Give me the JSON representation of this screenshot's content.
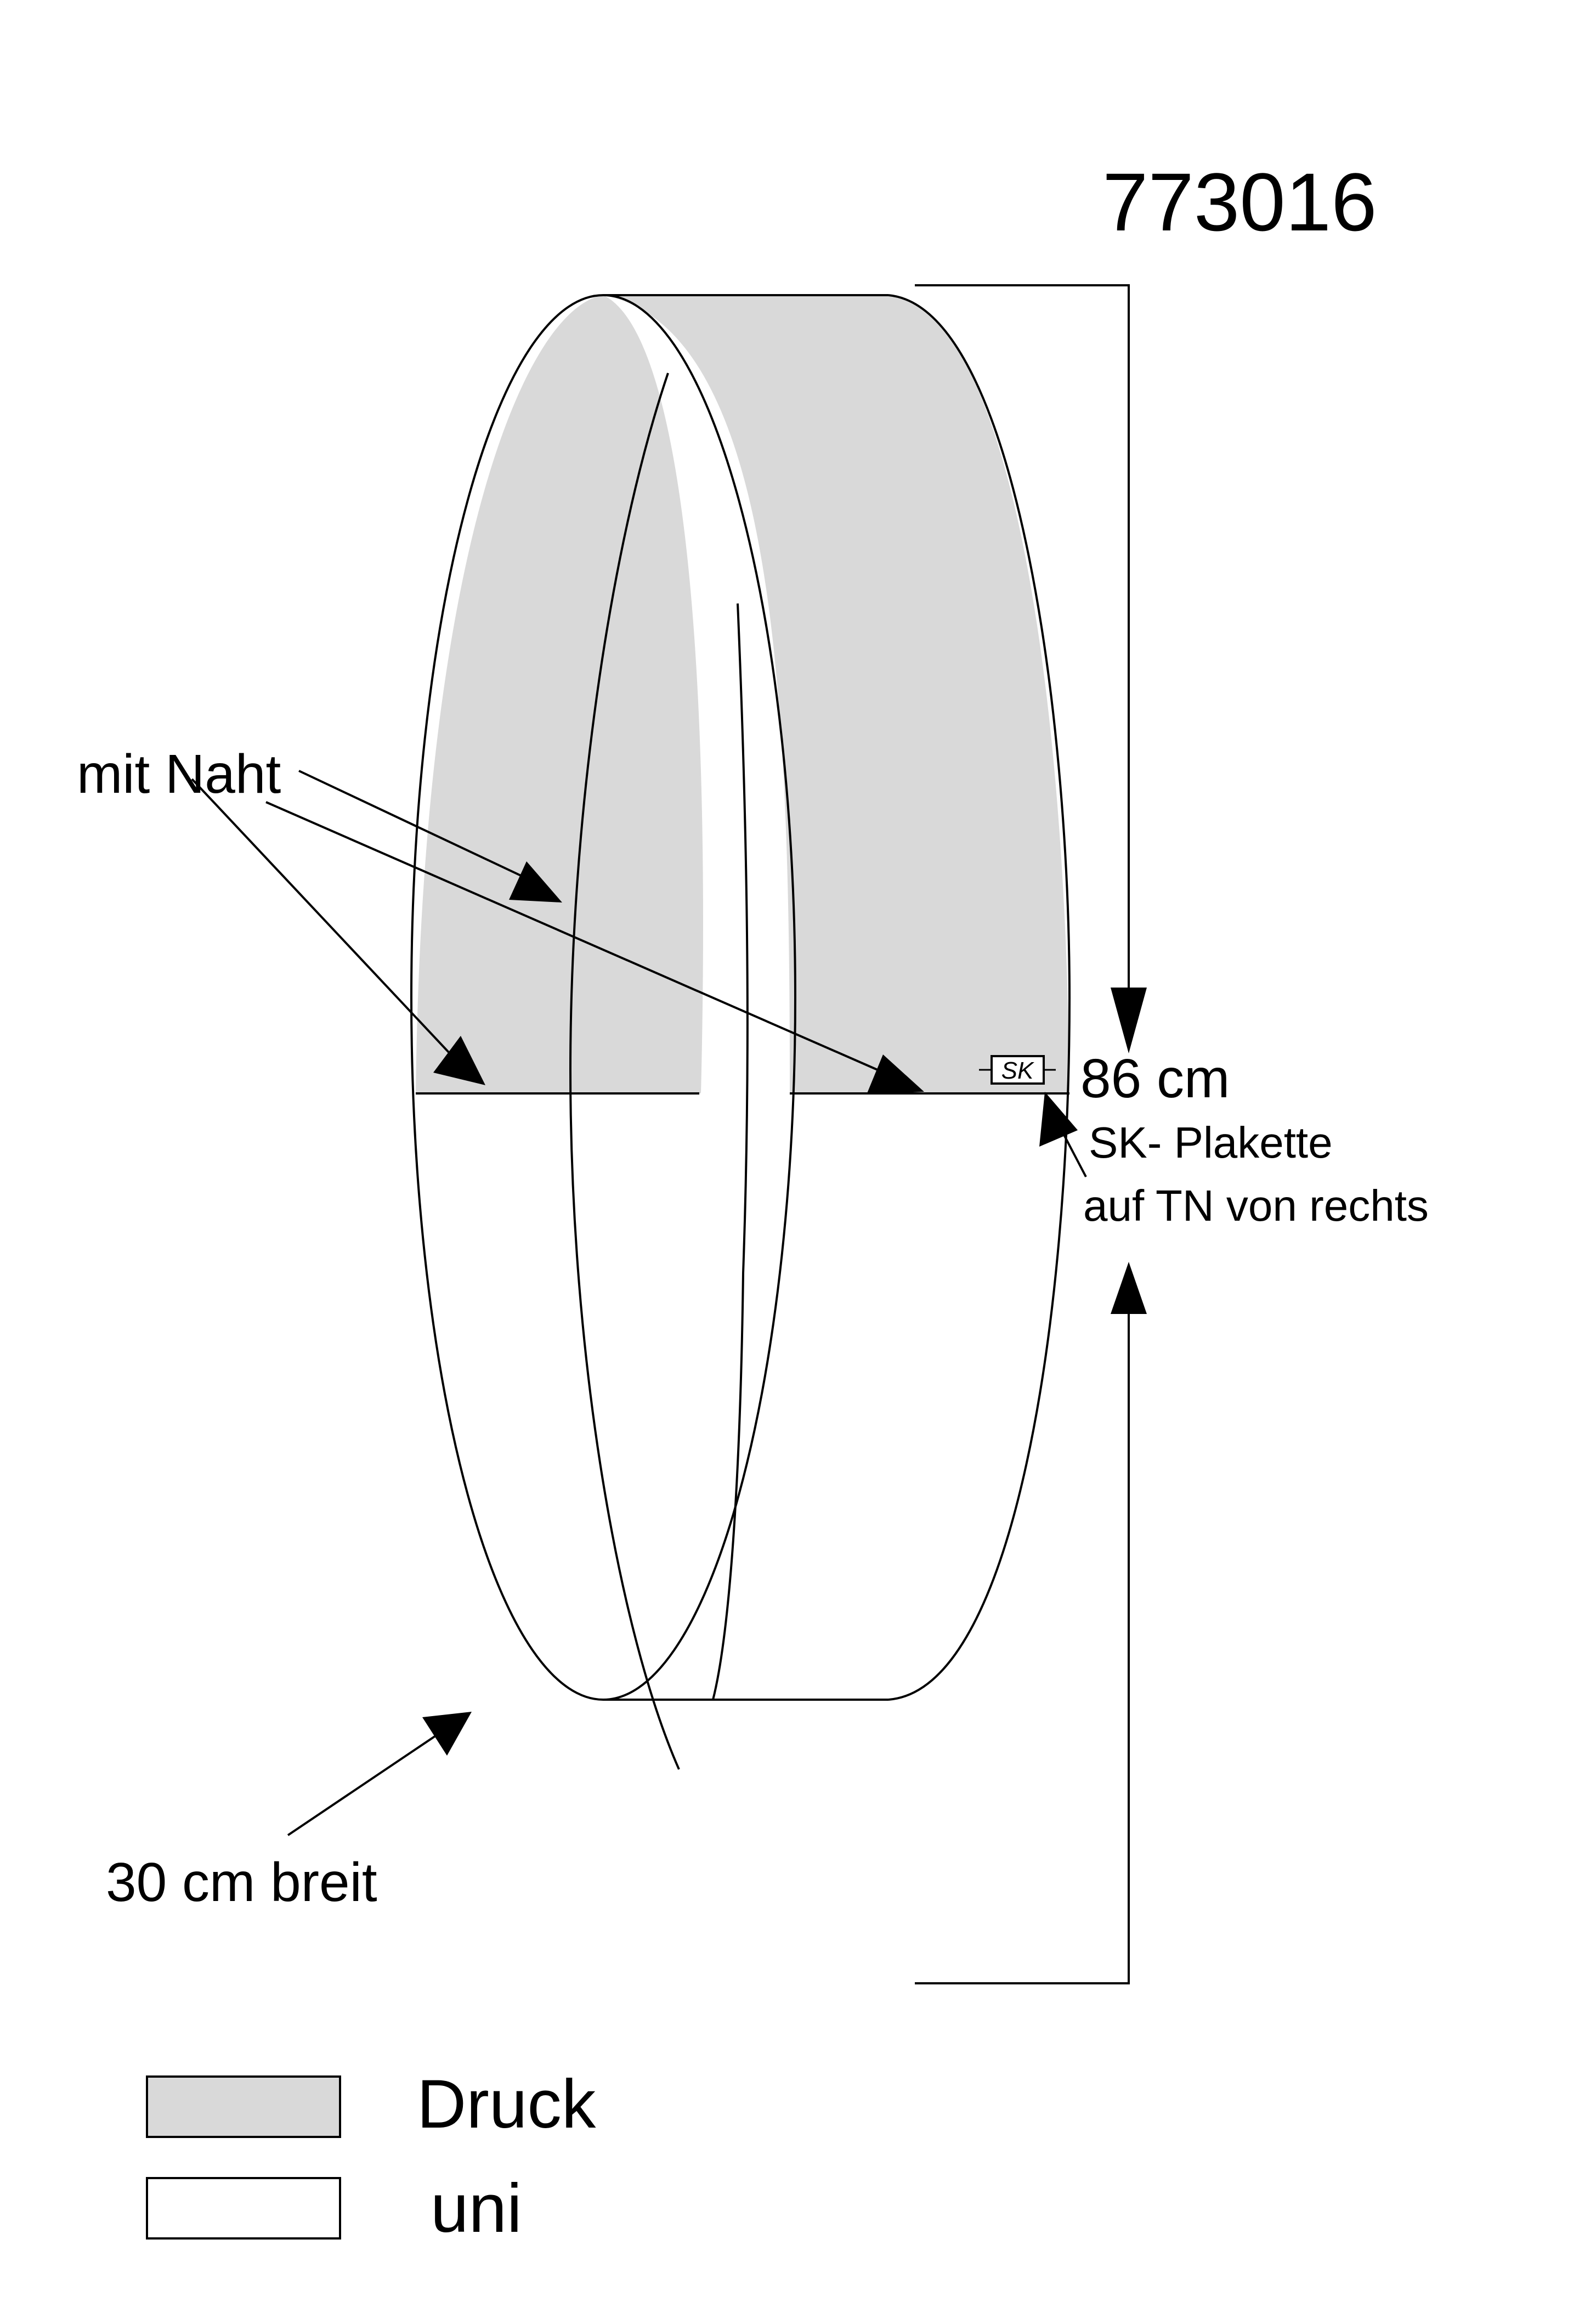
{
  "drawing_number": "773016",
  "dimensions": {
    "height": "86 cm",
    "width": "30 cm breit"
  },
  "annotations": {
    "seam": "mit Naht",
    "plaque_line1": "SK- Plakette",
    "plaque_line2": "auf TN von rechts",
    "plaque_logo": "SK"
  },
  "legend": [
    {
      "label": "Druck",
      "fill": "#d9d9d9"
    },
    {
      "label": "uni",
      "fill": "#ffffff"
    }
  ],
  "colors": {
    "print_fill": "#d9d9d9",
    "line": "#000000"
  }
}
